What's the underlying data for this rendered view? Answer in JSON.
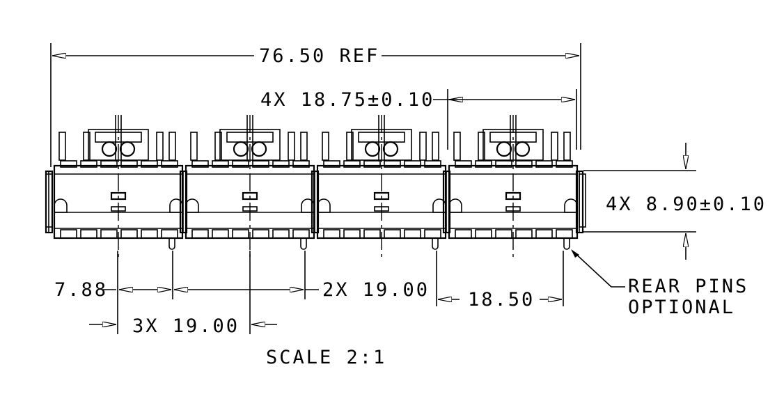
{
  "diagram": {
    "overall_ref": "76.50 REF",
    "pitch": "4X 18.75±0.10",
    "height": "4X 8.90±0.10",
    "left_offset": "7.88",
    "mid_pitch": "2X 19.00",
    "right_span": "18.50",
    "bottom_pitch": "3X 19.00",
    "note_line1": "REAR PINS",
    "note_line2": "OPTIONAL",
    "scale": "SCALE 2:1"
  },
  "colors": {
    "line": "#000000",
    "background": "#ffffff"
  }
}
